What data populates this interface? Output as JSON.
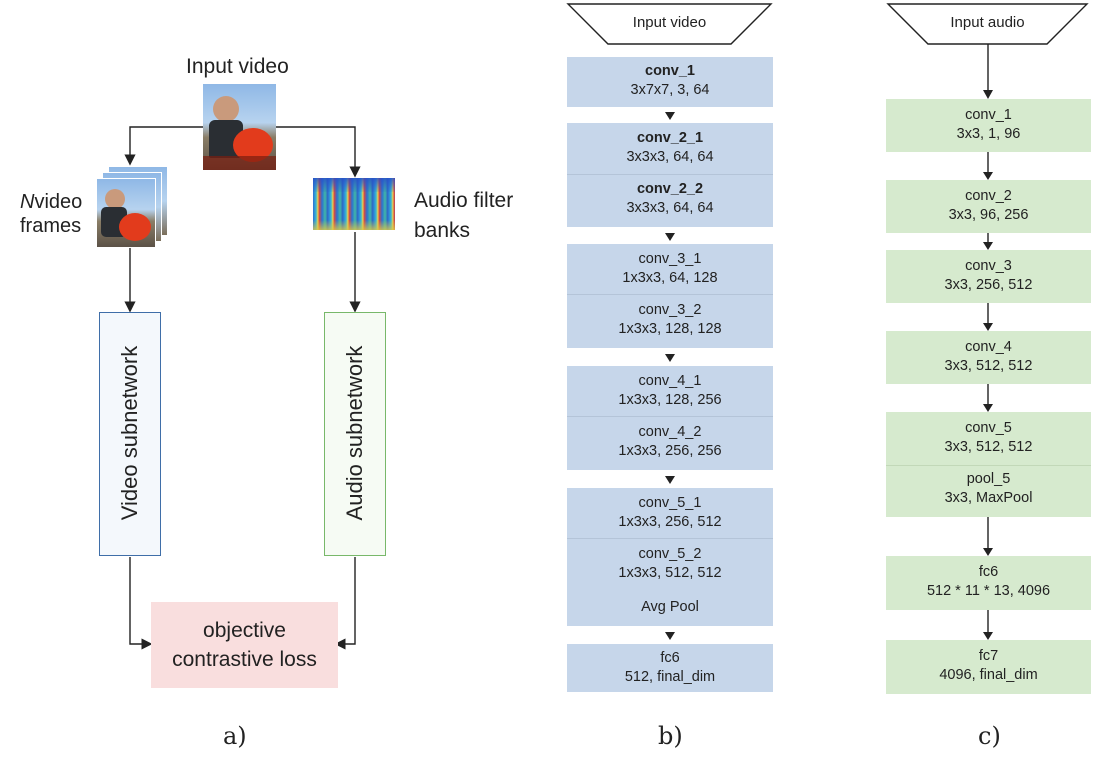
{
  "panel_a": {
    "input_video": "Input video",
    "n_frames_italic": "N",
    "n_frames_rest": "video",
    "n_frames_line2": "frames",
    "audio_banks_line1": "Audio filter",
    "audio_banks_line2": "banks",
    "video_subnetwork": "Video subnetwork",
    "audio_subnetwork": "Audio subnetwork",
    "loss_line1": "objective",
    "loss_line2": "contrastive loss",
    "caption": "a)"
  },
  "panel_b": {
    "input": "Input video",
    "caption": "b)",
    "groups": [
      [
        {
          "name": "conv_1",
          "params": "3x7x7, 3, 64",
          "bold": true
        }
      ],
      [
        {
          "name": "conv_2_1",
          "params": "3x3x3, 64, 64",
          "bold": true
        },
        {
          "name": "conv_2_2",
          "params": "3x3x3, 64, 64",
          "bold": true
        }
      ],
      [
        {
          "name": "conv_3_1",
          "params": "1x3x3, 64, 128"
        },
        {
          "name": "conv_3_2",
          "params": "1x3x3, 128, 128"
        }
      ],
      [
        {
          "name": "conv_4_1",
          "params": "1x3x3, 128, 256"
        },
        {
          "name": "conv_4_2",
          "params": "1x3x3, 256, 256"
        }
      ],
      [
        {
          "name": "conv_5_1",
          "params": "1x3x3, 256, 512"
        },
        {
          "name": "conv_5_2",
          "params": "1x3x3, 512, 512"
        },
        {
          "name": "Avg Pool",
          "params": ""
        }
      ],
      [
        {
          "name": "fc6",
          "params": "512, final_dim"
        }
      ]
    ]
  },
  "panel_c": {
    "input": "Input audio",
    "caption": "c)",
    "groups": [
      [
        {
          "name": "conv_1",
          "params": "3x3, 1, 96"
        }
      ],
      [
        {
          "name": "conv_2",
          "params": "3x3, 96, 256"
        }
      ],
      [
        {
          "name": "conv_3",
          "params": "3x3, 256, 512"
        }
      ],
      [
        {
          "name": "conv_4",
          "params": "3x3, 512, 512"
        }
      ],
      [
        {
          "name": "conv_5",
          "params": "3x3, 512, 512"
        },
        {
          "name": "pool_5",
          "params": "3x3, MaxPool"
        }
      ],
      [
        {
          "name": "fc6",
          "params": "512 * 11 * 13, 4096"
        }
      ],
      [
        {
          "name": "fc7",
          "params": "4096, final_dim"
        }
      ]
    ]
  },
  "colors": {
    "video_box_border": "#3f6ea8",
    "audio_box_border": "#78b86a",
    "loss_fill": "#f9dede",
    "blue_layer": "#c6d6ea",
    "green_layer": "#d6eace"
  }
}
